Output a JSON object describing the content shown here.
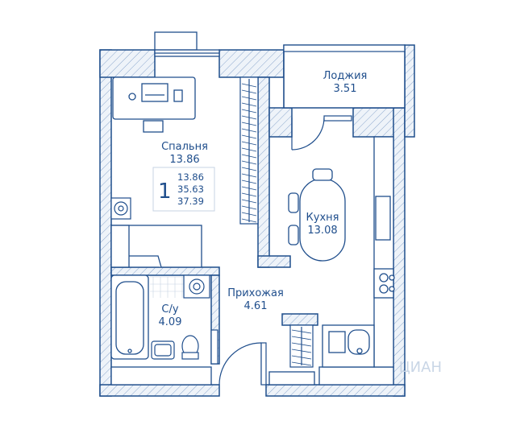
{
  "rooms": {
    "bedroom": {
      "name": "Спальня",
      "area": "13.86"
    },
    "loggia": {
      "name": "Лоджия",
      "area": "3.51"
    },
    "kitchen": {
      "name": "Кухня",
      "area": "13.08"
    },
    "hall": {
      "name": "Прихожая",
      "area": "4.61"
    },
    "bathroom": {
      "name": "С/у",
      "area": "4.09"
    }
  },
  "summary": {
    "rooms_count": "1",
    "living_area": "13.86",
    "total_area": "35.63",
    "total_with_loggia": "37.39"
  },
  "watermark": "ЦИАН",
  "colors": {
    "line": "#1f4e8c",
    "hatch": "#8aa6cc",
    "wall_fill": "#eef3f9"
  }
}
